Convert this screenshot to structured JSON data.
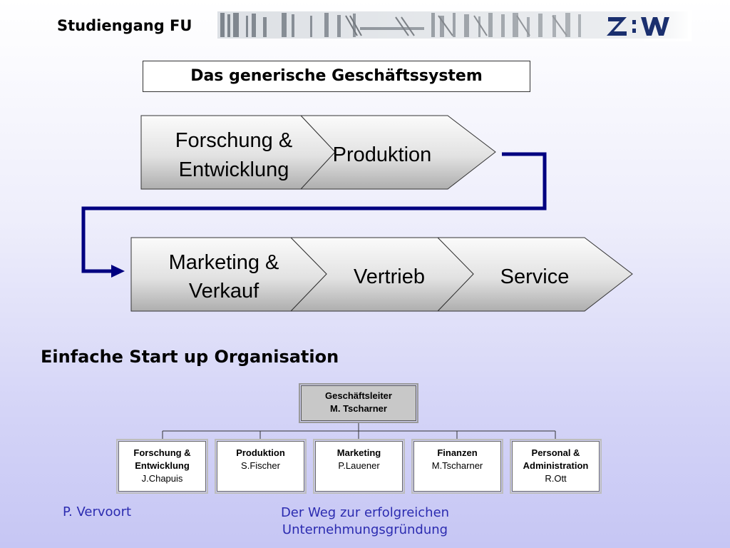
{
  "header": {
    "brand_text": "Studiengang FU",
    "logo_text": "Z:W"
  },
  "title": "Das generische Geschäftssystem",
  "value_chain": {
    "row1": [
      {
        "line1": "Forschung &",
        "line2": "Entwicklung"
      },
      {
        "line1": "Produktion",
        "line2": ""
      }
    ],
    "row2": [
      {
        "line1": "Marketing &",
        "line2": "Verkauf"
      },
      {
        "line1": "Vertrieb",
        "line2": ""
      },
      {
        "line1": "Service",
        "line2": ""
      }
    ],
    "connector_color": "#000080"
  },
  "org_chart": {
    "heading": "Einfache Start up Organisation",
    "head": {
      "title": "Geschäftsleiter",
      "name": "M. Tscharner"
    },
    "departments": [
      {
        "title1": "Forschung &",
        "title2": "Entwicklung",
        "person": "J.Chapuis"
      },
      {
        "title1": "Produktion",
        "title2": "",
        "person": "S.Fischer"
      },
      {
        "title1": "Marketing",
        "title2": "",
        "person": "P.Lauener"
      },
      {
        "title1": "Finanzen",
        "title2": "",
        "person": "M.Tscharner"
      },
      {
        "title1": "Personal &",
        "title2": "Administration",
        "person": "R.Ott"
      }
    ]
  },
  "footer": {
    "author": "P. Vervoort",
    "title_line1": "Der Weg zur erfolgreichen",
    "title_line2": "Unternehmungsgründung"
  }
}
